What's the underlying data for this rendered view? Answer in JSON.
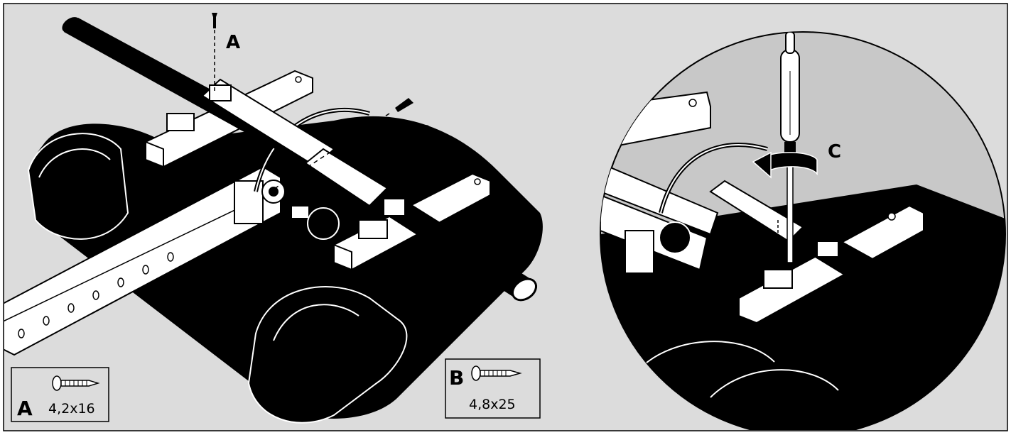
{
  "callouts": {
    "a": "A",
    "b": "B",
    "c": "C"
  },
  "legend": {
    "a": {
      "letter": "A",
      "size": "4,2x16"
    },
    "b": {
      "letter": "B",
      "size": "4,8x25"
    }
  },
  "colors": {
    "background": "#dcdcdc",
    "frame": "#000000",
    "part_dark": "#000000",
    "part_light": "#ffffff",
    "detail_circle": "#c8c8c8"
  },
  "icons": [
    "screw-icon",
    "screwdriver-icon",
    "rotation-arrow-icon"
  ]
}
